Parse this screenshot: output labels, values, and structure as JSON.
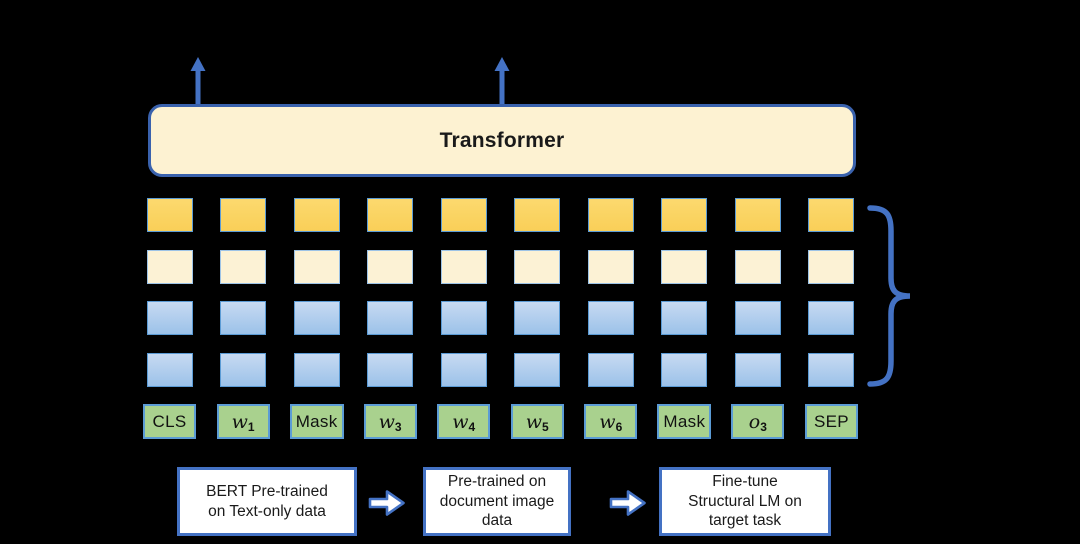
{
  "colors": {
    "background": "#000000",
    "accent_blue": "#4472C4",
    "transformer_border": "#3A62AD",
    "cell_border": "#5B9BD5",
    "gold_cell": "#FACF5C",
    "cream_cell": "#FCF2D5",
    "blue_cell_top": "#C7DAF2",
    "blue_cell_bottom": "#9CC2E9",
    "green_token": "#A9D18E",
    "transformer_fill": "#FDF2D2",
    "flow_box_fill": "#FFFFFF"
  },
  "transformer": {
    "label": "Transformer"
  },
  "embedding_grid": {
    "columns": 10,
    "row_types": [
      "gold",
      "cream",
      "blue",
      "blue"
    ]
  },
  "tokens": [
    {
      "main": "CLS",
      "sub": ""
    },
    {
      "main": "w",
      "sub": "1"
    },
    {
      "main": "Mask",
      "sub": ""
    },
    {
      "main": "w",
      "sub": "3"
    },
    {
      "main": "w",
      "sub": "4"
    },
    {
      "main": "w",
      "sub": "5"
    },
    {
      "main": "w",
      "sub": "6"
    },
    {
      "main": "Mask",
      "sub": ""
    },
    {
      "main": "o",
      "sub": "3"
    },
    {
      "main": "SEP",
      "sub": ""
    }
  ],
  "flow_steps": [
    {
      "label": "BERT Pre-trained\non Text-only data"
    },
    {
      "label": "Pre-trained on\ndocument image\ndata"
    },
    {
      "label": "Fine-tune\nStructural LM on\ntarget task"
    }
  ]
}
